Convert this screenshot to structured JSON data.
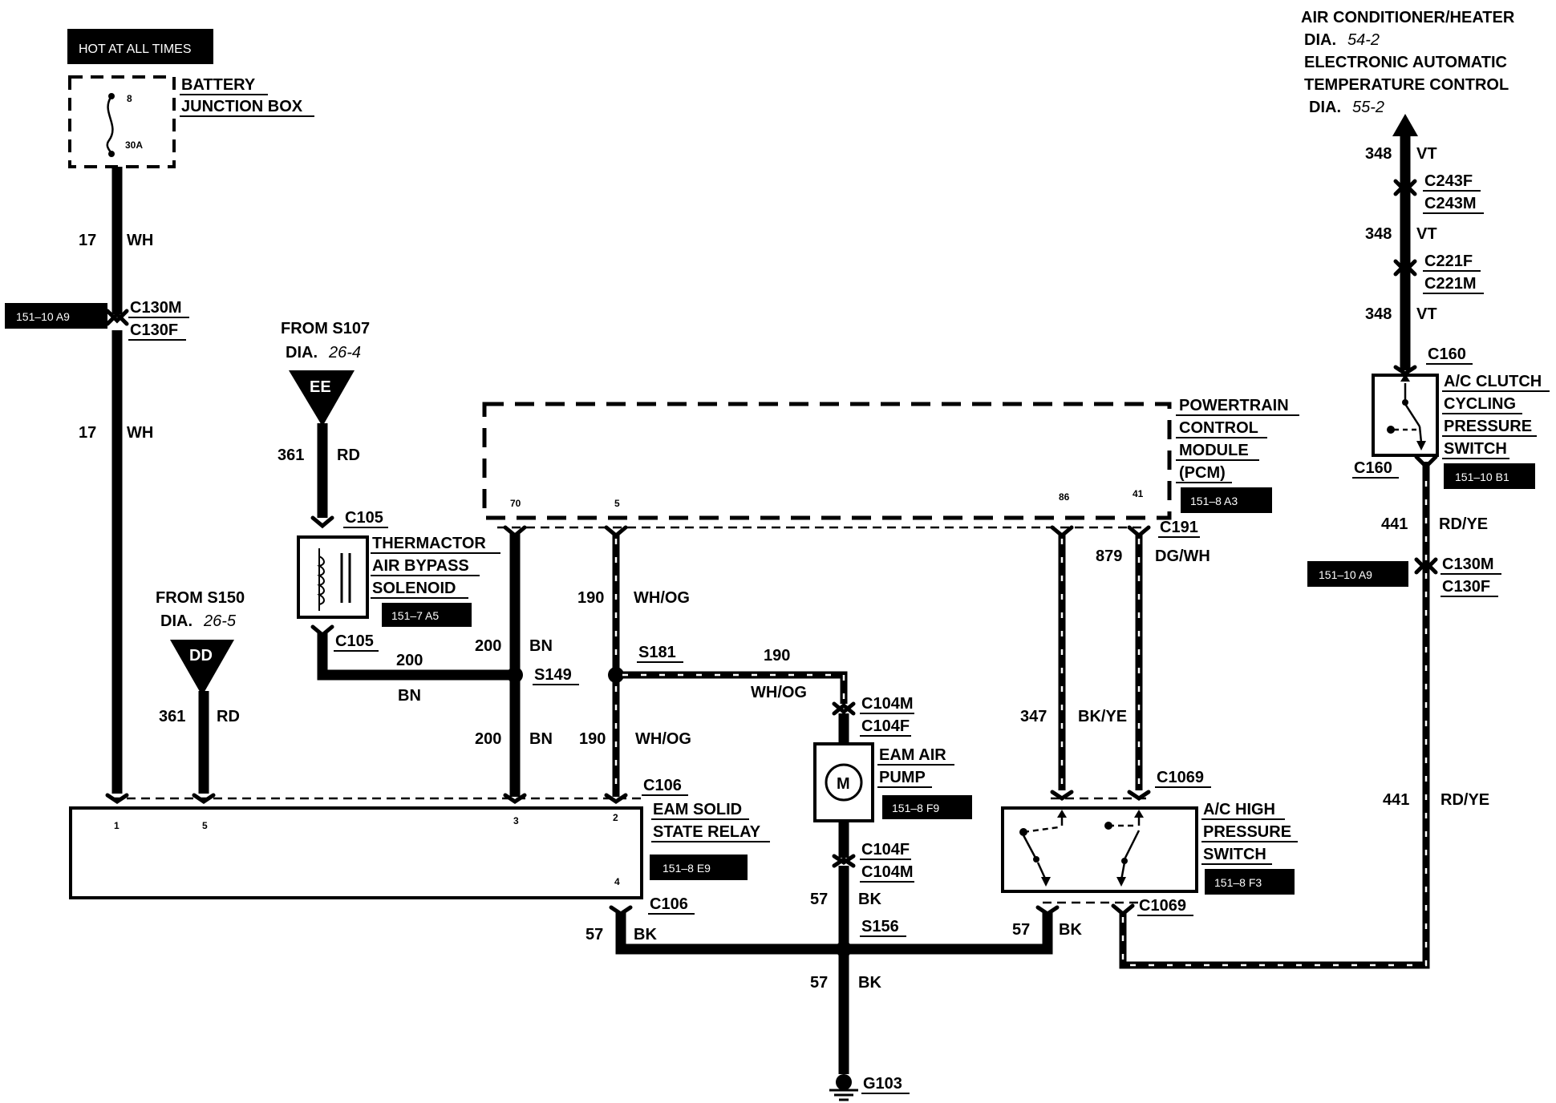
{
  "header": {
    "hot_label": "HOT AT ALL TIMES"
  },
  "battery_jb": {
    "line1": "BATTERY",
    "line2": "JUNCTION BOX",
    "pin": "8",
    "fuse": "30A"
  },
  "ac_heater": {
    "line1": "AIR CONDITIONER/HEATER",
    "dia1": "DIA.",
    "dia1_ref": "54-2",
    "line2": "ELECTRONIC AUTOMATIC",
    "line3": "TEMPERATURE CONTROL",
    "dia2": "DIA.",
    "dia2_ref": "55-2"
  },
  "from_s107": {
    "line1": "FROM S107",
    "dia": "DIA.",
    "dia_ref": "26-4",
    "symbol": "EE"
  },
  "from_s150": {
    "line1": "FROM S150",
    "dia": "DIA.",
    "dia_ref": "26-5",
    "symbol": "DD"
  },
  "pcm": {
    "line1": "POWERTRAIN",
    "line2": "CONTROL",
    "line3": "MODULE",
    "line4": "(PCM)",
    "ref": "151–8 A3",
    "pins": {
      "p70": "70",
      "p5": "5",
      "p86": "86",
      "p41": "41"
    }
  },
  "thermactor": {
    "line1": "THERMACTOR",
    "line2": "AIR BYPASS",
    "line3": "SOLENOID",
    "ref": "151–7 A5"
  },
  "relay": {
    "line1": "EAM SOLID",
    "line2": "STATE RELAY",
    "ref": "151–8 E9",
    "pins": {
      "p1": "1",
      "p5": "5",
      "p3": "3",
      "p2": "2",
      "p4": "4"
    }
  },
  "pump": {
    "line1": "EAM AIR",
    "line2": "PUMP",
    "ref": "151–8 F9",
    "symbol": "M"
  },
  "cycling_switch": {
    "line1": "A/C CLUTCH",
    "line2": "CYCLING",
    "line3": "PRESSURE",
    "line4": "SWITCH",
    "ref": "151–10 B1"
  },
  "hp_switch": {
    "line1": "A/C HIGH",
    "line2": "PRESSURE",
    "line3": "SWITCH",
    "ref": "151–8 F3"
  },
  "refs": {
    "c130_left": "151–10 A9",
    "c130_right": "151–10 A9"
  },
  "connectors": {
    "c130m": "C130M",
    "c130f": "C130F",
    "c105": "C105",
    "c105b": "C105",
    "c106": "C106",
    "c106b": "C106",
    "c191": "C191",
    "c1069": "C1069",
    "c1069b": "C1069",
    "c104m": "C104M",
    "c104f": "C104F",
    "c104f2": "C104F",
    "c104m2": "C104M",
    "c160": "C160",
    "c160b": "C160",
    "c243f": "C243F",
    "c243m": "C243M",
    "c221f": "C221F",
    "c221m": "C221M",
    "c130m2": "C130M",
    "c130f2": "C130F"
  },
  "splices": {
    "s149": "S149",
    "s181": "S181",
    "s156": "S156"
  },
  "ground": {
    "label": "G103"
  },
  "wires": {
    "w17a": {
      "num": "17",
      "color": "WH"
    },
    "w17b": {
      "num": "17",
      "color": "WH"
    },
    "w361a": {
      "num": "361",
      "color": "RD"
    },
    "w361b": {
      "num": "361",
      "color": "RD"
    },
    "w200a": {
      "num": "200",
      "color": "BN"
    },
    "w200b": {
      "num": "200",
      "color": "BN"
    },
    "w200c": {
      "num": "200",
      "color": "BN"
    },
    "w190a": {
      "num": "190",
      "color": "WH/OG"
    },
    "w190b": {
      "num": "190",
      "color": "WH/OG"
    },
    "w190c": {
      "num": "190",
      "color": "WH/OG"
    },
    "w347": {
      "num": "347",
      "color": "BK/YE"
    },
    "w879": {
      "num": "879",
      "color": "DG/WH"
    },
    "w57a": {
      "num": "57",
      "color": "BK"
    },
    "w57b": {
      "num": "57",
      "color": "BK"
    },
    "w57c": {
      "num": "57",
      "color": "BK"
    },
    "w57d": {
      "num": "57",
      "color": "BK"
    },
    "w348a": {
      "num": "348",
      "color": "VT"
    },
    "w348b": {
      "num": "348",
      "color": "VT"
    },
    "w348c": {
      "num": "348",
      "color": "VT"
    },
    "w441a": {
      "num": "441",
      "color": "RD/YE"
    },
    "w441b": {
      "num": "441",
      "color": "RD/YE"
    }
  }
}
